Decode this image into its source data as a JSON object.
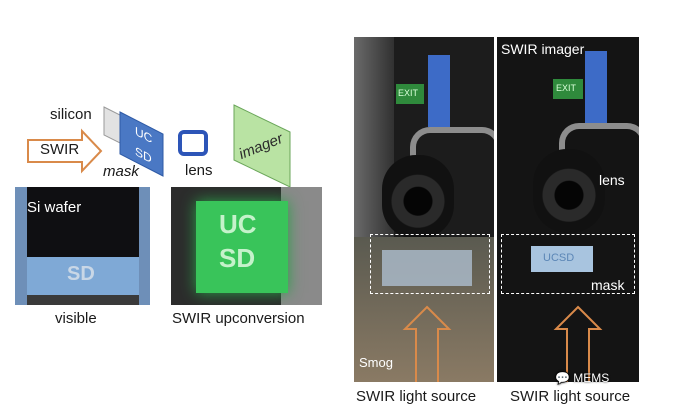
{
  "diagram": {
    "silicon_label": "silicon",
    "swir_label": "SWIR",
    "mask_label": "mask",
    "mask_text_top": "UC",
    "mask_text_bottom": "SD",
    "lens_label": "lens",
    "imager_label": "imager"
  },
  "left_photos": {
    "wafer_label": "Si wafer",
    "wafer_mask_text": "SD",
    "visible_caption": "visible",
    "upconv_text_top": "UC",
    "upconv_text_bottom": "SD",
    "upconv_caption": "SWIR upconversion"
  },
  "right_photos": {
    "left_panel": {
      "exit_sign": "EXIT",
      "smog_label": "Smog",
      "caption": "SWIR light source"
    },
    "right_panel": {
      "title": "SWIR imager",
      "exit_sign": "EXIT",
      "lens_label": "lens",
      "mask_text": "UCSD",
      "mask_label": "mask",
      "caption": "SWIR light source"
    }
  },
  "watermark": "MEMS",
  "colors": {
    "swir_arrow": "#d98a4a",
    "mask_blue": "#4a78c4",
    "imager_green": "#b9e3a3",
    "upconv_green": "#39c45a"
  }
}
